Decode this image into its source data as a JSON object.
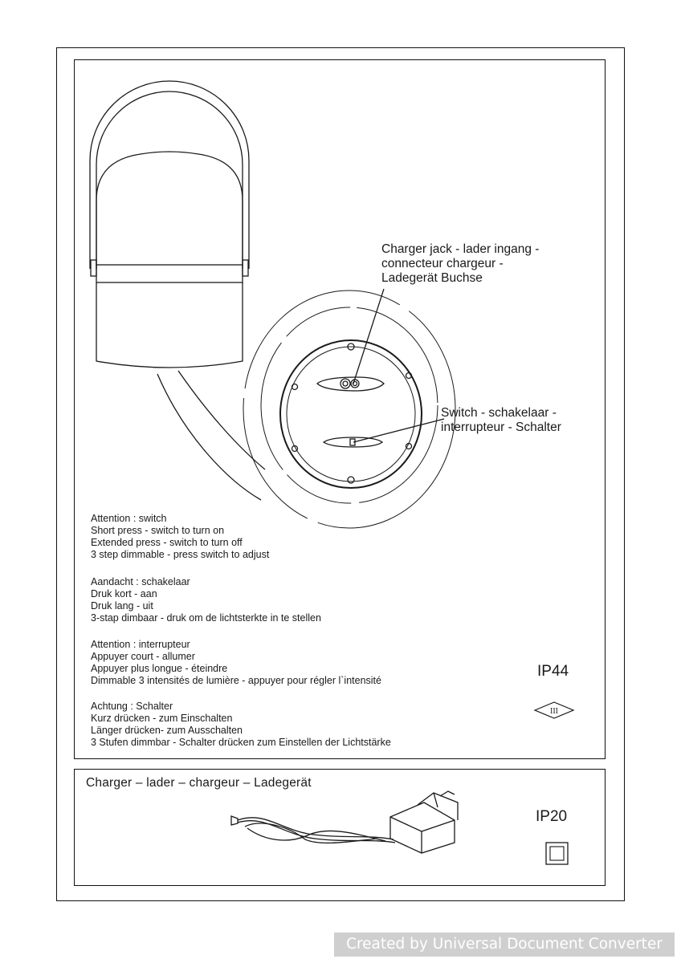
{
  "labels": {
    "charger_jack": [
      "Charger jack -  lader ingang -",
      "connecteur chargeur -",
      "Ladegerät Buchse"
    ],
    "switch": [
      "Switch - schakelaar -",
      "interrupteur - Schalter"
    ]
  },
  "instructions": [
    {
      "lines": [
        "Attention : switch",
        "Short press - switch to turn on",
        "Extended press - switch to turn off",
        "3 step dimmable - press switch to adjust"
      ]
    },
    {
      "lines": [
        "Aandacht : schakelaar",
        "Druk kort - aan",
        "Druk lang - uit",
        "3-stap dimbaar - druk om de lichtsterkte in te stellen"
      ]
    },
    {
      "lines": [
        "Attention : interrupteur",
        "Appuyer court - allumer",
        "Appuyer plus longue - éteindre",
        "Dimmable 3 intensités de lumière -  appuyer pour régler l`intensité"
      ]
    },
    {
      "lines": [
        "Achtung : Schalter",
        "Kurz drücken - zum Einschalten",
        "Länger drücken- zum Ausschalten",
        "3 Stufen dimmbar - Schalter drücken zum Einstellen der Lichtstärke"
      ]
    }
  ],
  "ratings": {
    "lamp_ip": "IP44",
    "class_symbol": "III",
    "charger_ip": "IP20"
  },
  "charger": {
    "title": "Charger – lader – chargeur –  Ladegerät"
  },
  "watermark": "Created by Universal Document Converter"
}
